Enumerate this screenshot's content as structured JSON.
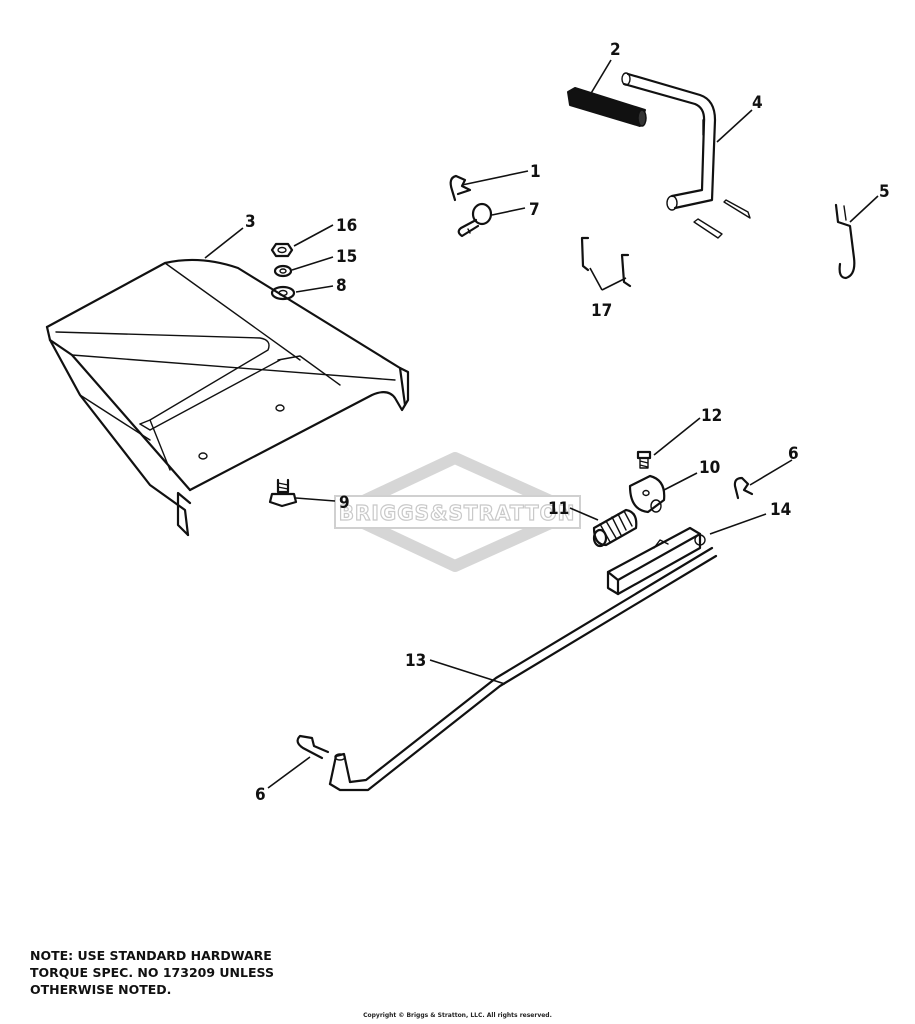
{
  "watermark": {
    "text": "BRIGGS&STRATTON"
  },
  "callouts": {
    "c1": "1",
    "c2": "2",
    "c3": "3",
    "c4": "4",
    "c5": "5",
    "c6a": "6",
    "c6b": "6",
    "c7": "7",
    "c8": "8",
    "c9": "9",
    "c10": "10",
    "c11": "11",
    "c12": "12",
    "c13": "13",
    "c14": "14",
    "c15": "15",
    "c16": "16",
    "c17": "17"
  },
  "note": {
    "line1": "NOTE:  USE STANDARD HARDWARE",
    "line2": "TORQUE SPEC. NO 173209 UNLESS",
    "line3": "OTHERWISE NOTED."
  },
  "copyright": "Copyright © Briggs & Stratton, LLC. All rights reserved.",
  "colors": {
    "ink": "#111111",
    "background": "#ffffff",
    "watermark": "#c9c9c9"
  }
}
